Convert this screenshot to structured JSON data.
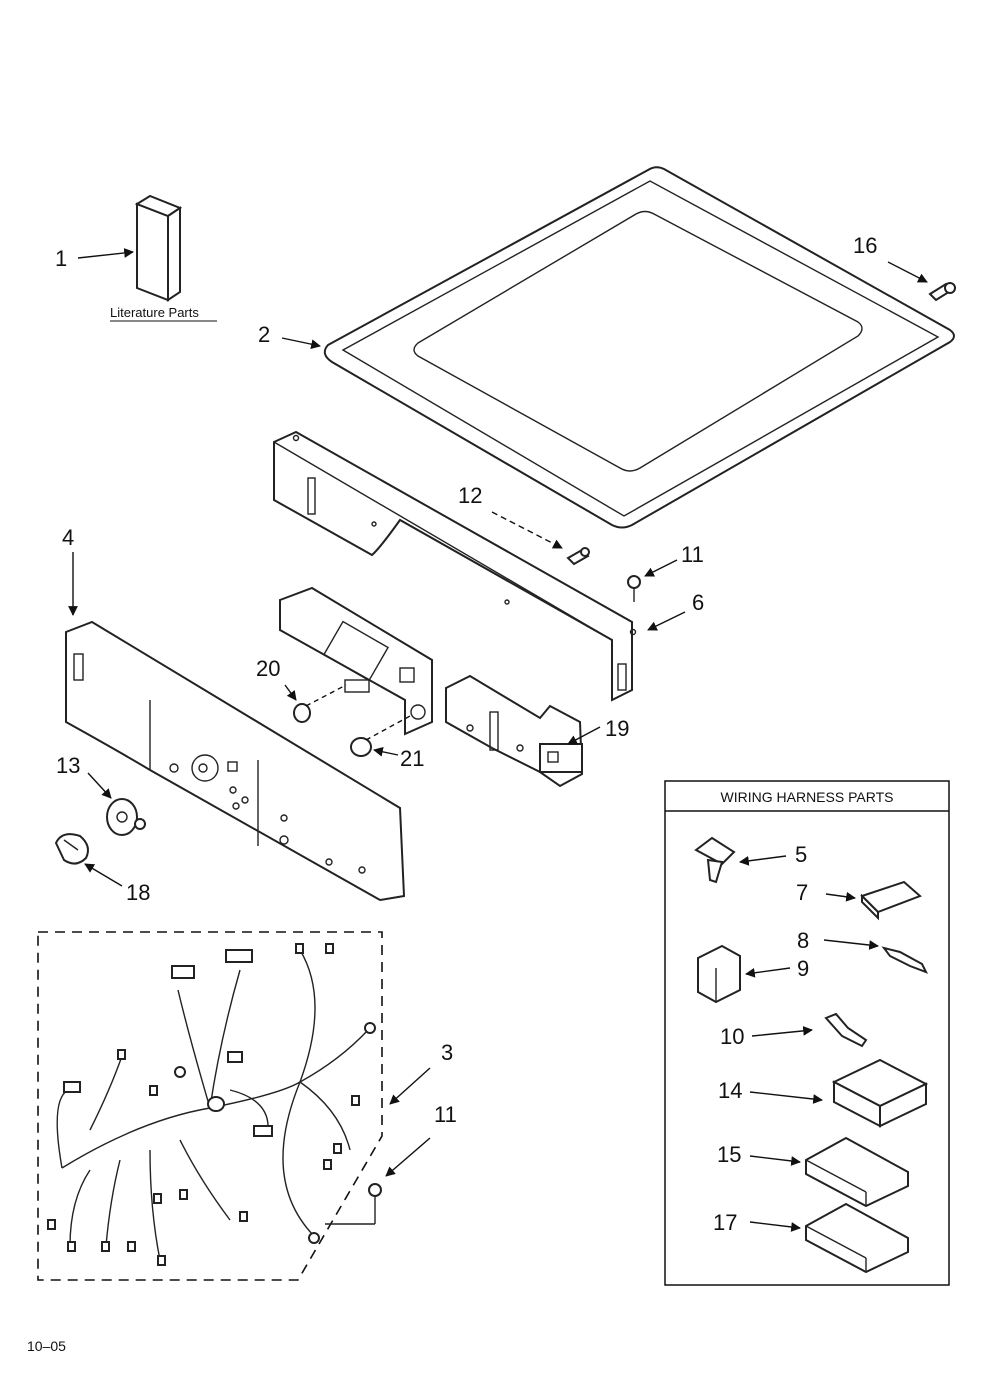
{
  "literature": {
    "label": "Literature Parts"
  },
  "harness_box": {
    "title": "WIRING HARNESS PARTS"
  },
  "footer": {
    "code": "10–05"
  },
  "callouts": {
    "c1": "1",
    "c2": "2",
    "c3": "3",
    "c4": "4",
    "c5": "5",
    "c6": "6",
    "c7": "7",
    "c8": "8",
    "c9": "9",
    "c10": "10",
    "c11a": "11",
    "c11b": "11",
    "c12": "12",
    "c13": "13",
    "c14": "14",
    "c15": "15",
    "c16": "16",
    "c17": "17",
    "c18": "18",
    "c19": "19",
    "c20": "20",
    "c21": "21"
  }
}
